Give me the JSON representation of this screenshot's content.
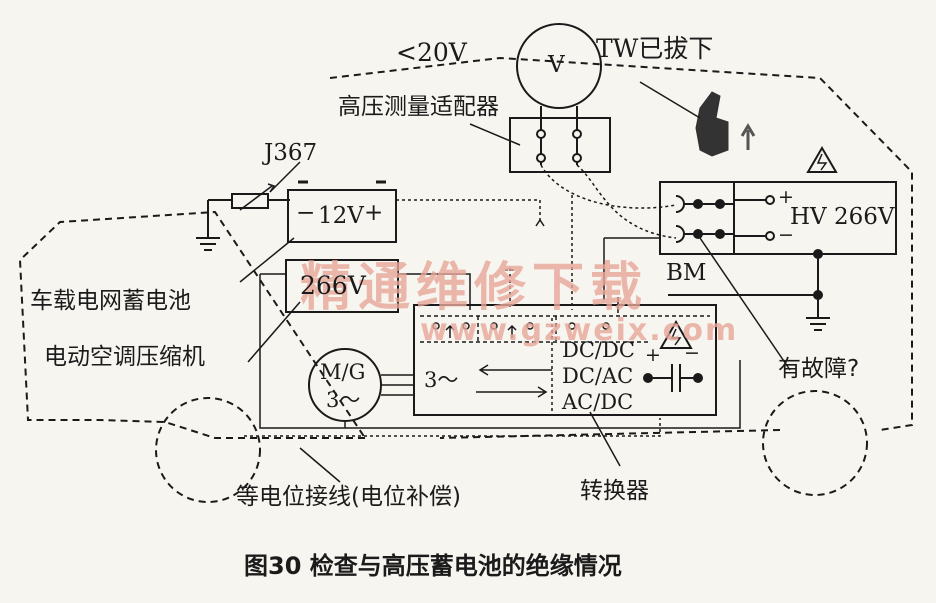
{
  "voltage_reading": "<20V",
  "voltmeter_symbol": "V",
  "tw_label": "TW已拔下",
  "hv_adapter_label": "高压测量适配器",
  "j367_label": "J367",
  "battery_12v_value": "12V",
  "onboard_battery_label": "车载电网蓄电池",
  "compressor_value": "266V",
  "ac_compressor_label": "电动空调压缩机",
  "mg_line1": "M/G",
  "mg_line2": "3～",
  "converter_three_phase": "3～",
  "converter_modes": [
    "DC/DC",
    "DC/AC",
    "AC/DC"
  ],
  "hv_battery_label": "HV 266V",
  "bm_label": "BM",
  "fault_label": "有故障?",
  "equipotential_label": "等电位接线(电位补偿)",
  "converter_label": "转换器",
  "caption": "图30  检查与高压蓄电池的绝缘情况",
  "watermark_text": "精通维修下载",
  "watermark_url": "www.gzweix.com",
  "colors": {
    "line": "#1a1a1a",
    "watermark": "#e9a79a",
    "background": "#f7f5ef"
  }
}
